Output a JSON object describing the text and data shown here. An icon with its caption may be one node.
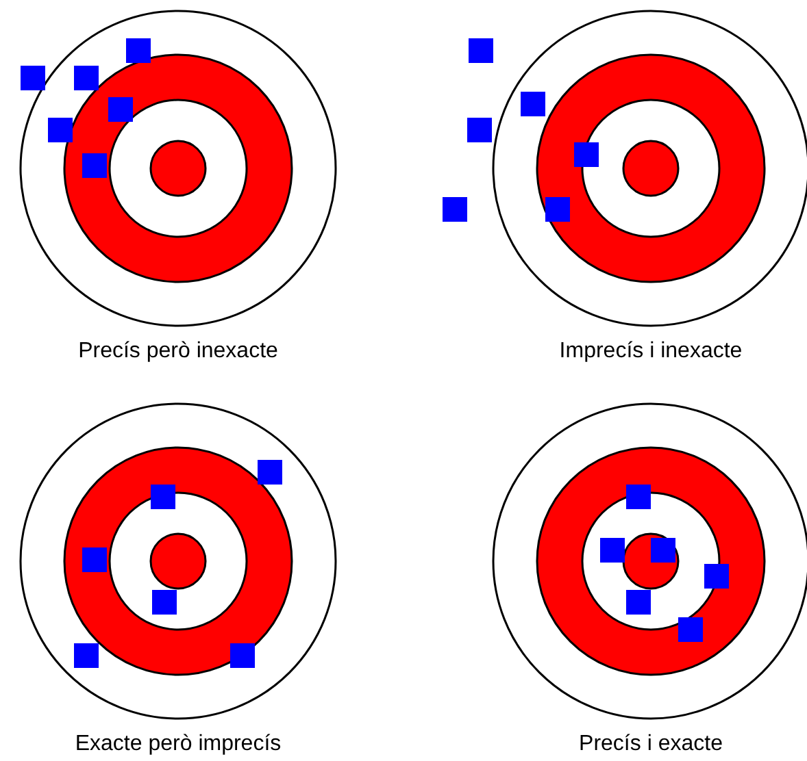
{
  "diagram": {
    "labels": [
      "Precís però inexacte",
      "Imprecís i inexacte",
      "Exacte però imprecís",
      "Precís i exacte"
    ]
  }
}
